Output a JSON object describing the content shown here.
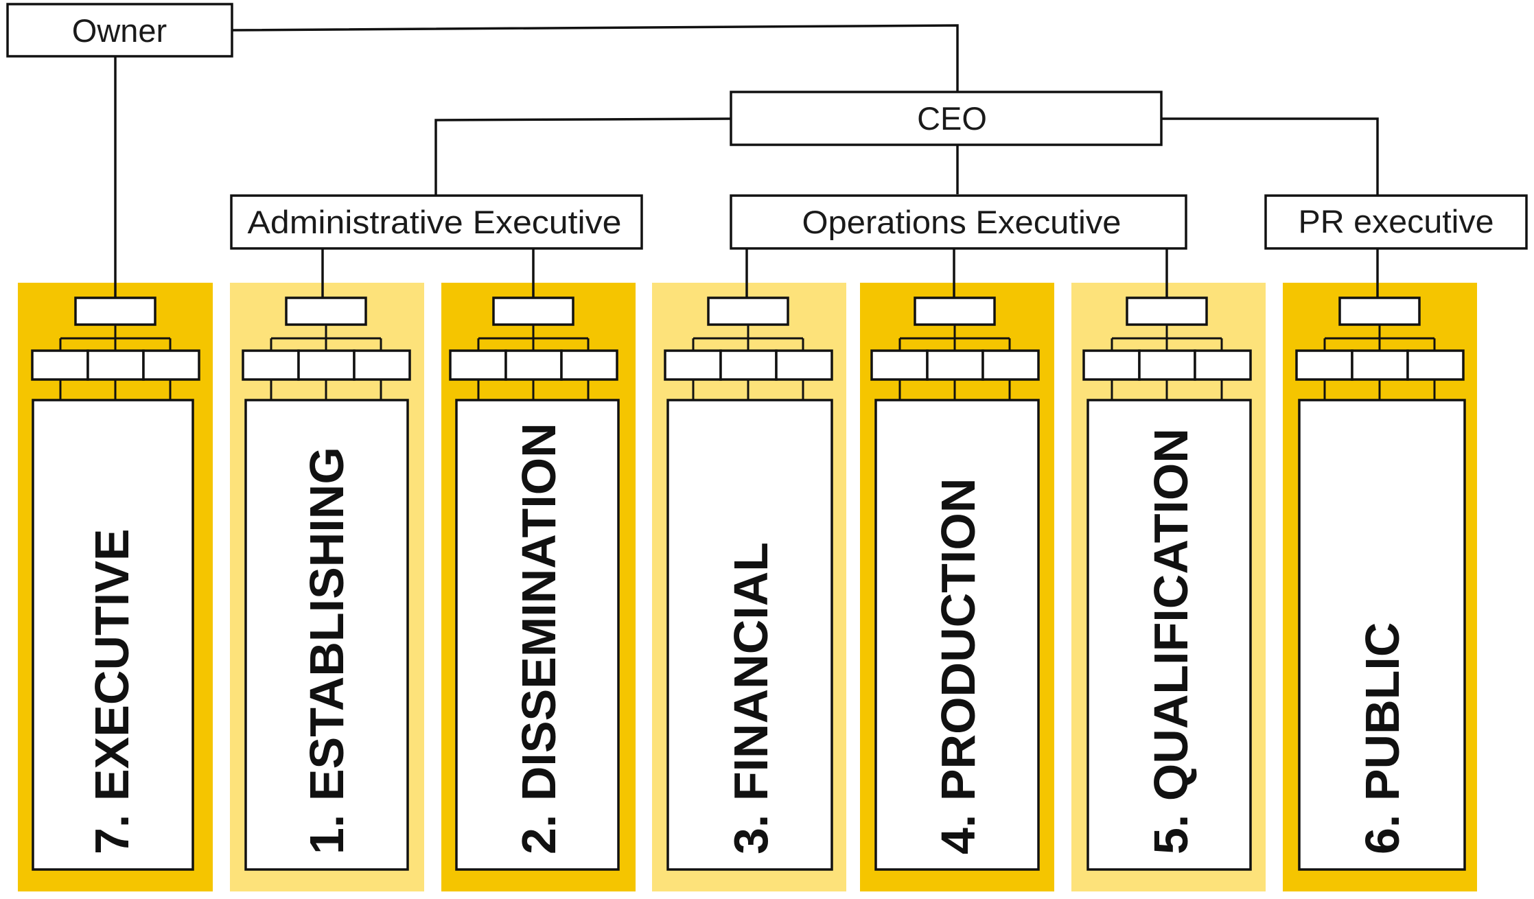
{
  "nodes": {
    "owner": "Owner",
    "ceo": "CEO",
    "admin_exec": "Administrative Executive",
    "ops_exec": "Operations Executive",
    "pr_exec": "PR executive"
  },
  "divisions": [
    {
      "label": "7. EXECUTIVE",
      "shade": "dark"
    },
    {
      "label": "1. ESTABLISHING",
      "shade": "light"
    },
    {
      "label": "2. DISSEMINATION",
      "shade": "dark"
    },
    {
      "label": "3. FINANCIAL",
      "shade": "light"
    },
    {
      "label": "4. PRODUCTION",
      "shade": "dark"
    },
    {
      "label": "5. QUALIFICATION",
      "shade": "light"
    },
    {
      "label": "6. PUBLIC",
      "shade": "dark"
    }
  ],
  "colors": {
    "dark_gold": "#F5C500",
    "light_gold": "#FDE27A",
    "line": "#111111",
    "box_fill": "#ffffff"
  }
}
